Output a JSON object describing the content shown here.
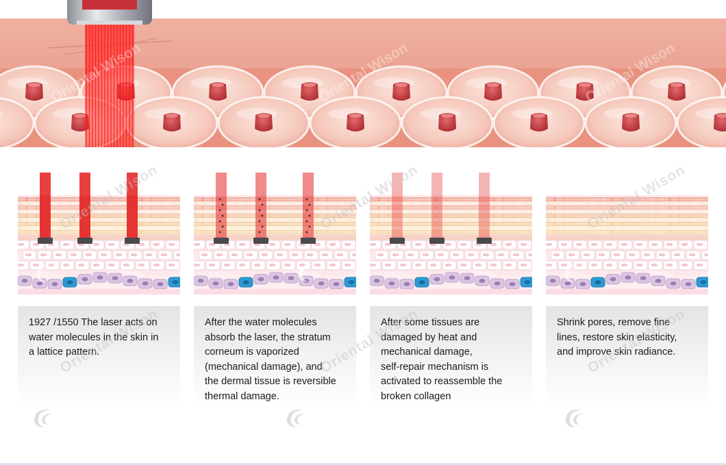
{
  "watermark": "Oriental Wison",
  "steps": [
    {
      "caption": "1927 /1550 The laser acts on\nwater molecules in the skin in\n a lattice pattern."
    },
    {
      "caption": "After the water molecules\nabsorb the laser, the stratum\ncorneum is vaporized\n(mechanical damage), and\nthe dermal tissue is reversible\nthermal damage."
    },
    {
      "caption": "After some tissues are\ndamaged by heat and\nmechanical damage,\nself-repair mechanism is\nactivated to reassemble the\nbroken collagen"
    },
    {
      "caption": "Shrink pores, remove fine\nlines, restore skin elasticity,\nand improve skin radiance."
    }
  ],
  "colors": {
    "skin_surface": "#e9a18f",
    "cell_fill": "#f7d3c9",
    "nucleus": "#c9474a",
    "laser": "#e52a2a",
    "caption_bg": "#e4e4e6"
  }
}
